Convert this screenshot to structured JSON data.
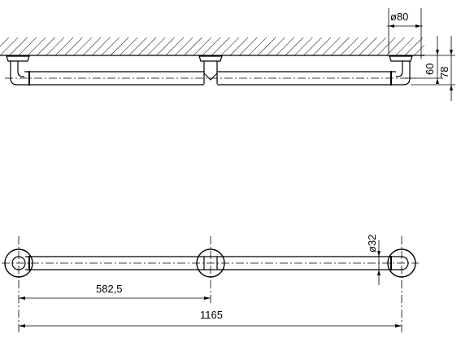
{
  "dimensions": {
    "flange_diameter": "ø80",
    "rail_diameter": "ø32",
    "projection_axis": "60",
    "projection_total": "78",
    "half_length": "582,5",
    "overall_length": "1165"
  }
}
